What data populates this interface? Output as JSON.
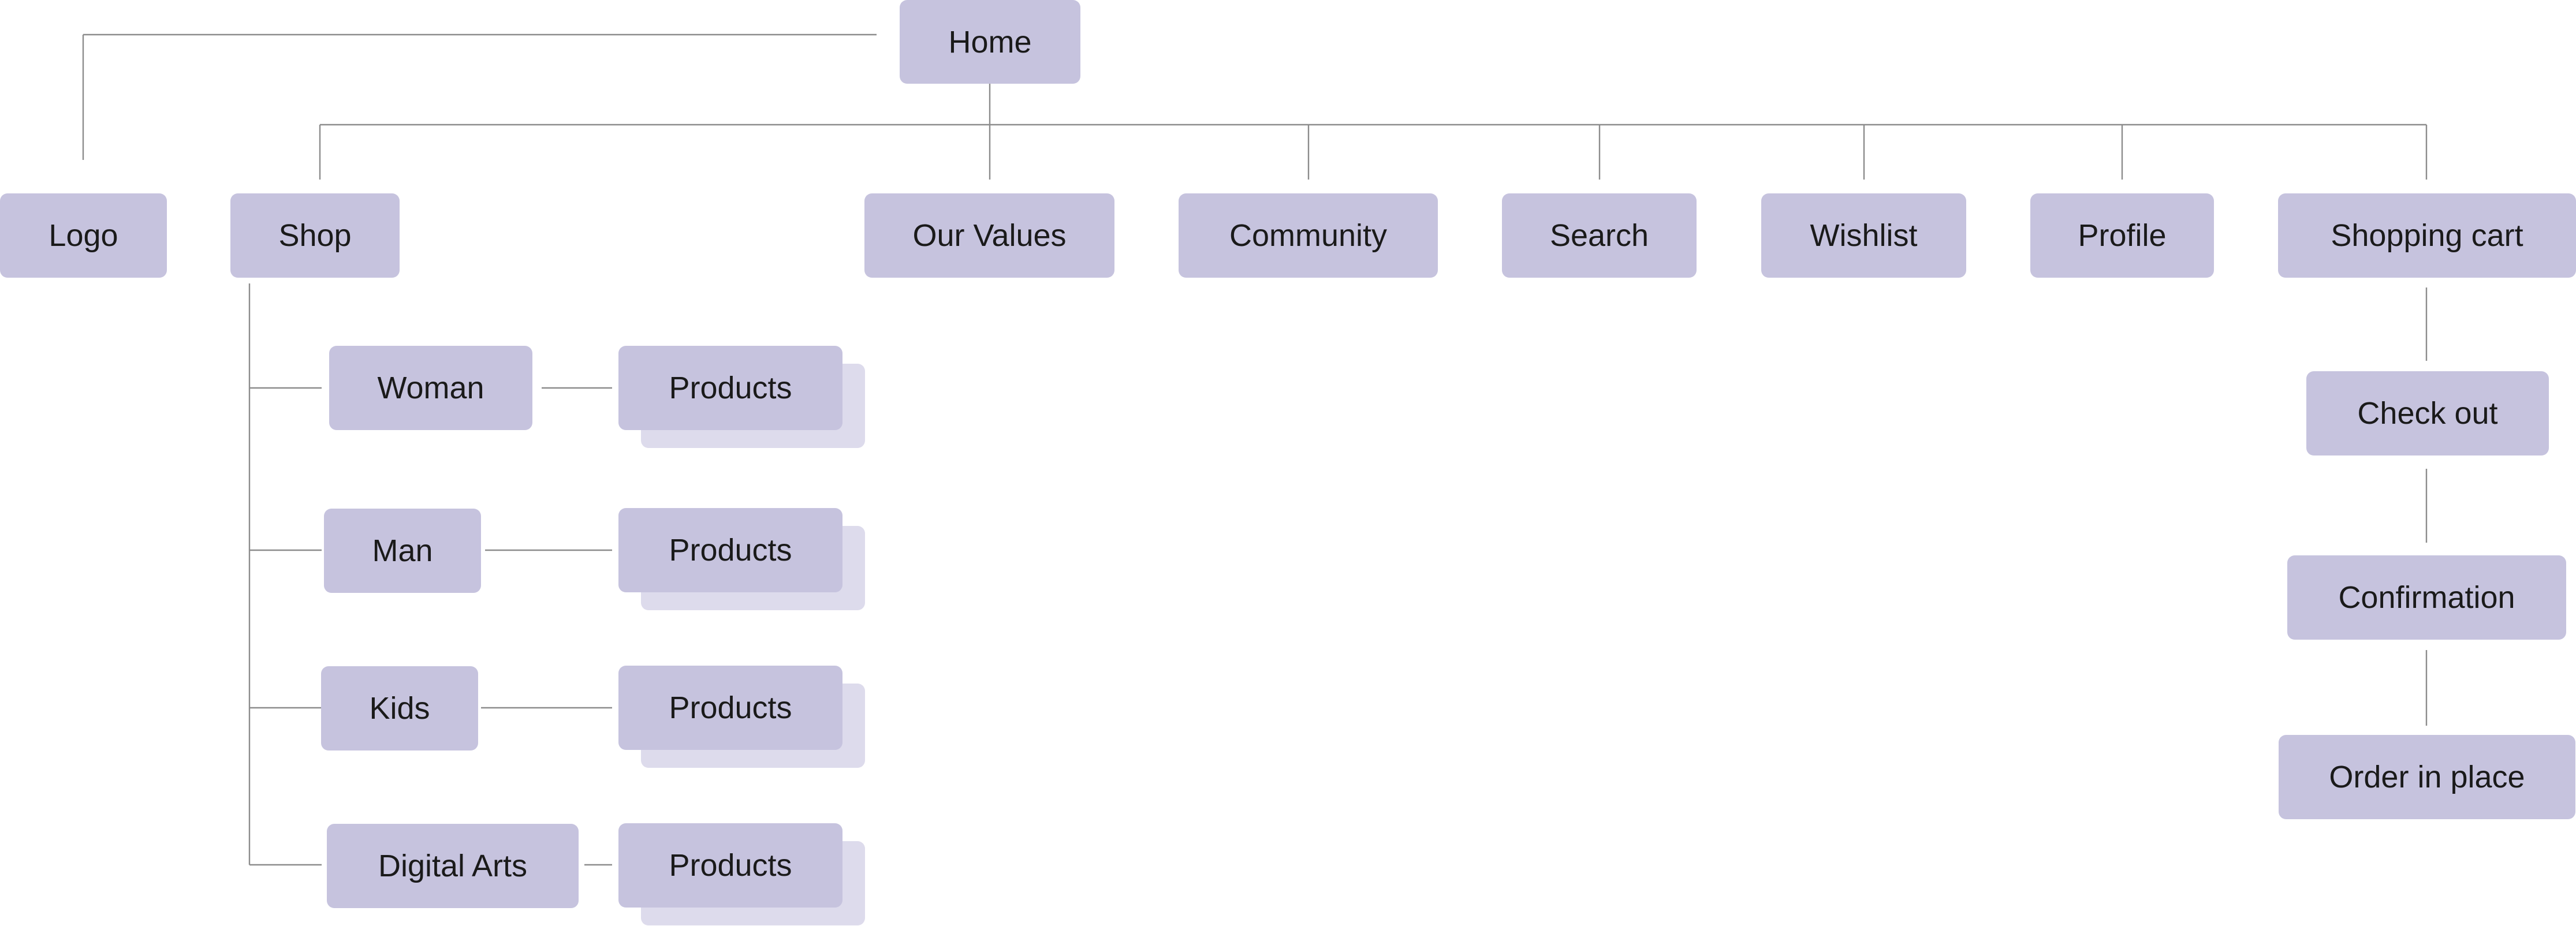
{
  "colors": {
    "node_fill": "#c6c3de",
    "stack_shadow_fill": "#dddbec",
    "connector": "#8c8c8c",
    "text": "#1a1a1a"
  },
  "nodes": {
    "home": "Home",
    "logo": "Logo",
    "shop": "Shop",
    "our_values": "Our Values",
    "community": "Community",
    "search": "Search",
    "wishlist": "Wishlist",
    "profile": "Profile",
    "shopping_cart": "Shopping cart",
    "woman": "Woman",
    "man": "Man",
    "kids": "Kids",
    "digital_arts": "Digital Arts",
    "products_woman": "Products",
    "products_man": "Products",
    "products_kids": "Products",
    "products_digital_arts": "Products",
    "check_out": "Check out",
    "confirmation": "Confirmation",
    "order_in_place": "Order in place"
  }
}
